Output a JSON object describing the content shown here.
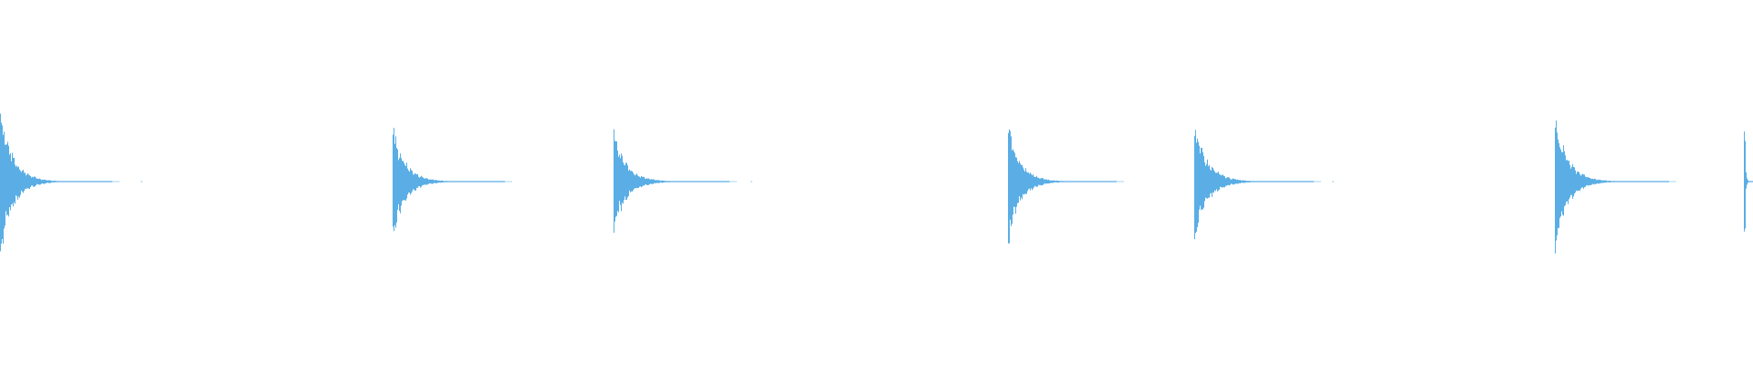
{
  "waveform": {
    "color": "#5aaee5",
    "background": "#ffffff",
    "normalized_duration": 1.0,
    "hits": [
      {
        "time": 0.0,
        "peak_up": 0.88,
        "peak_down": 0.88,
        "decay_length": 0.064,
        "tail_blip": 0.08
      },
      {
        "time": 0.224,
        "peak_up": 0.64,
        "peak_down": 0.64,
        "decay_length": 0.064,
        "tail_blip": null
      },
      {
        "time": 0.35,
        "peak_up": 0.58,
        "peak_down": 0.58,
        "decay_length": 0.066,
        "tail_blip": 0.428
      },
      {
        "time": 0.575,
        "peak_up": 0.68,
        "peak_down": 0.68,
        "decay_length": 0.062,
        "tail_blip": null
      },
      {
        "time": 0.681,
        "peak_up": 0.66,
        "peak_down": 0.66,
        "decay_length": 0.068,
        "tail_blip": 0.76
      },
      {
        "time": 0.887,
        "peak_up": 0.79,
        "peak_down": 0.79,
        "decay_length": 0.065,
        "tail_blip": null
      },
      {
        "time": 0.995,
        "peak_up": 0.63,
        "peak_down": 0.63,
        "decay_length": 0.005,
        "tail_blip": null
      }
    ]
  }
}
